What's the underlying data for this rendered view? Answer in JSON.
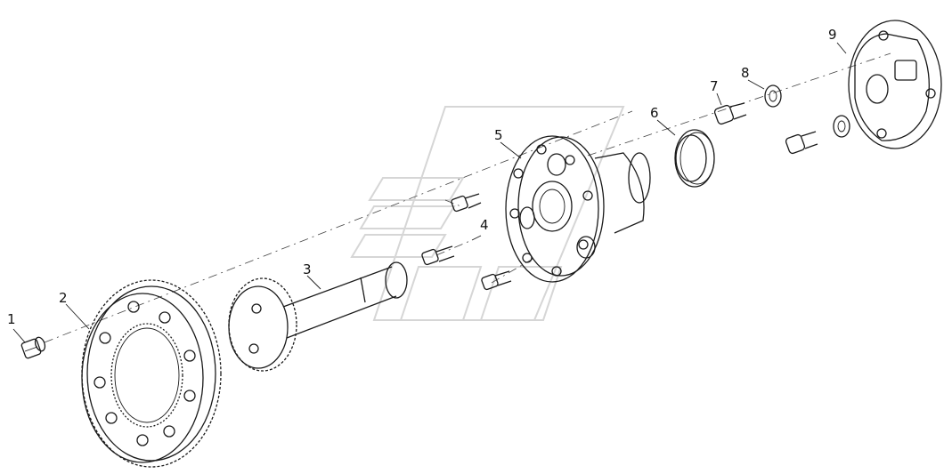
{
  "callouts": {
    "c1": "1",
    "c2": "2",
    "c3": "3",
    "c4": "4",
    "c5": "5",
    "c6": "6",
    "c7": "7",
    "c8": "8",
    "c9": "9"
  },
  "colors": {
    "line": "#1a1a1a",
    "watermark": "#d6d6d6",
    "background": "#ffffff"
  }
}
